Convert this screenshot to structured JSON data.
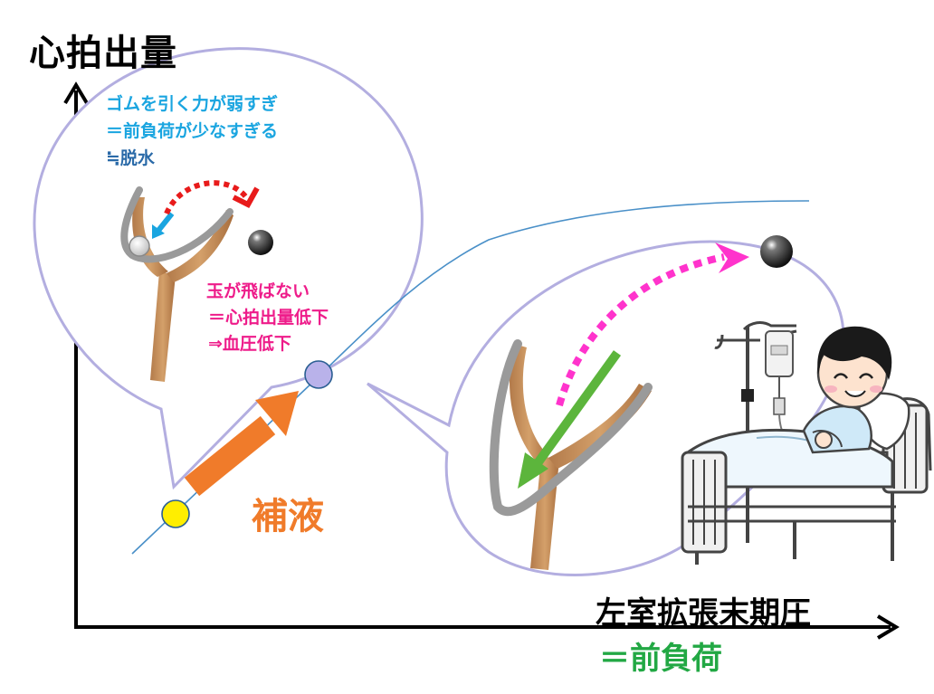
{
  "axes": {
    "y_title": "心拍出量",
    "x_title": "左室拡張末期圧",
    "x_subtitle": "＝前負荷"
  },
  "labels": {
    "fluid": "補液"
  },
  "bubble_left": {
    "caption_blue": [
      "ゴムを引く力が弱すぎ",
      "＝前負荷が少なすぎる",
      "≒脱水"
    ],
    "caption_pink": [
      "玉が飛ばない",
      "＝心拍出量低下",
      "⇒血圧低下"
    ]
  },
  "colors": {
    "curve": "#4a90c8",
    "bubble_outline": "#b3aee0",
    "fluid_arrow": "#f07b2a",
    "start_point": "#ffee00",
    "end_point": "#b9b2ea",
    "caption_blue": "#1aa5e0",
    "caption_pink": "#ee1c8a",
    "pull_arrow": "#5cb53c",
    "magenta_path": "#ff33cc",
    "red_path": "#e81b1b"
  },
  "icons": [
    "slingshot-weak-icon",
    "slingshot-strong-icon",
    "iron-ball-icon",
    "patient-in-bed-icon",
    "iv-drip-icon"
  ]
}
